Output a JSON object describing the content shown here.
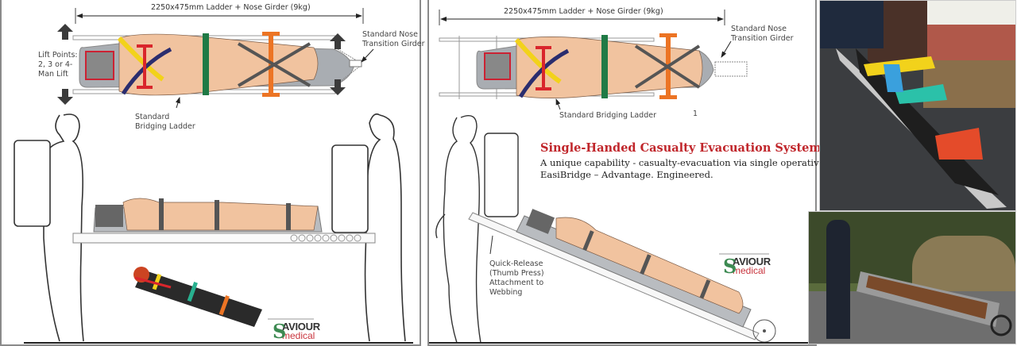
{
  "left_panel": {
    "dimension_label": "2250x475mm Ladder + Nose Girder (9kg)",
    "lift_points_label": [
      "Lift Points:",
      "2, 3 or 4-",
      "Man Lift"
    ],
    "nose_girder_label": [
      "Standard Nose",
      "Transition Girder"
    ],
    "bridging_ladder_label": [
      "Standard",
      "Bridging Ladder"
    ],
    "logo": {
      "top": "AVIOUR",
      "bottom": "medical",
      "initial": "S"
    }
  },
  "right_panel": {
    "dimension_label": "2250x475mm Ladder + Nose Girder (9kg)",
    "nose_girder_label": [
      "Standard Nose",
      "Transition Girder"
    ],
    "bridging_ladder_label": "Standard Bridging Ladder",
    "marker": "1",
    "headline": "Single-Handed Casualty Evacuation System",
    "tagline_1": "A unique capability - casualty-evacuation via single operative.",
    "tagline_2": "EasiBridge – Advantage. Engineered.",
    "quick_release_label": [
      "Quick-Release",
      "(Thumb Press)",
      "Attachment to",
      "Webbing"
    ],
    "logo": {
      "top": "AVIOUR",
      "bottom": "medical",
      "initial": "S"
    }
  },
  "photos": [
    {
      "name": "photo-ladder-tilted"
    },
    {
      "name": "photo-operator-towing"
    }
  ],
  "colors": {
    "headline": "#c0262b",
    "logo_green": "#3d8a52",
    "logo_red": "#c9353e",
    "strap_yellow": "#f2d21b",
    "strap_red": "#d9262c",
    "strap_green": "#1f7a45",
    "strap_orange": "#ec7424",
    "strap_navy": "#2b2d6e",
    "skin": "#f1c39f",
    "board": "#b9bcc0"
  }
}
